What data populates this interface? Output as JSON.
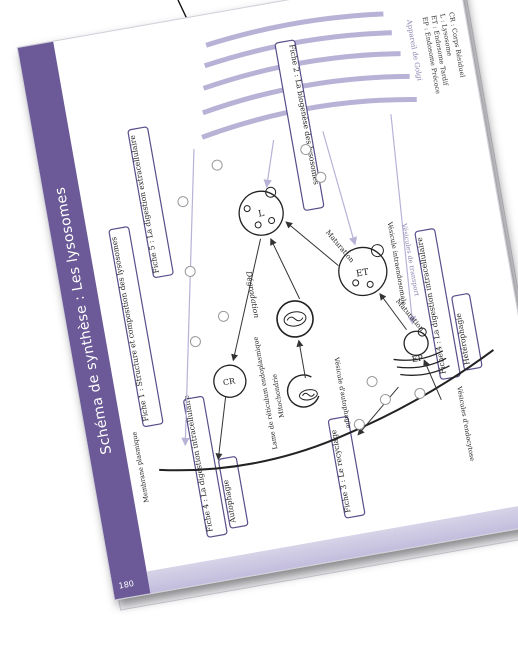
{
  "page": {
    "title": "Schéma de synthèse : Les lysosomes",
    "number": "180"
  },
  "legend": {
    "golgi_label": "Appareil de Golgi",
    "items": [
      "EP : Endosome Précoce",
      "ET : Endosome Tardif",
      "L : Lysosome",
      "CR : Corps Résiduel"
    ]
  },
  "cards": {
    "fiche1": "Fiche 1 : Structure et composition des lysosomes",
    "fiche2": "Fiche 2 : La biogenèse des lysosomes",
    "fiche3": "Fiche 3 : Le recyclage",
    "fiche4a": "Fiche 4 : La digestion intracellulaire",
    "fiche4a_sub": "Autophagie",
    "fiche4b": "Fiche 4 : La digestion intracellulaire",
    "fiche4b_sub": "Hétérophagie",
    "fiche5": "Fiche 5 : La digestion extracellulaire"
  },
  "labels": {
    "membrane": "Membrane plasmique",
    "degradation": "Dégradation",
    "maturation1": "Maturation",
    "maturation2": "Maturation",
    "vesicule_intra": "Vésicule intraendosomale",
    "vesicule_transport": "Vésicules de transport",
    "vesicule_autophagie": "Vésicule d'autophagie",
    "reticulum": "Lame de réticulum endoplasmique",
    "mitochondrie": "Mitochondrie",
    "vesicules_endocytose": "Vésicules d'endocytose",
    "L": "L",
    "ET": "ET",
    "EP": "EP",
    "CR": "CR"
  },
  "colors": {
    "band": "#6b5a97",
    "card_border": "#5b4d8a",
    "golgi": "#b8b2d6",
    "ink": "#222222"
  }
}
